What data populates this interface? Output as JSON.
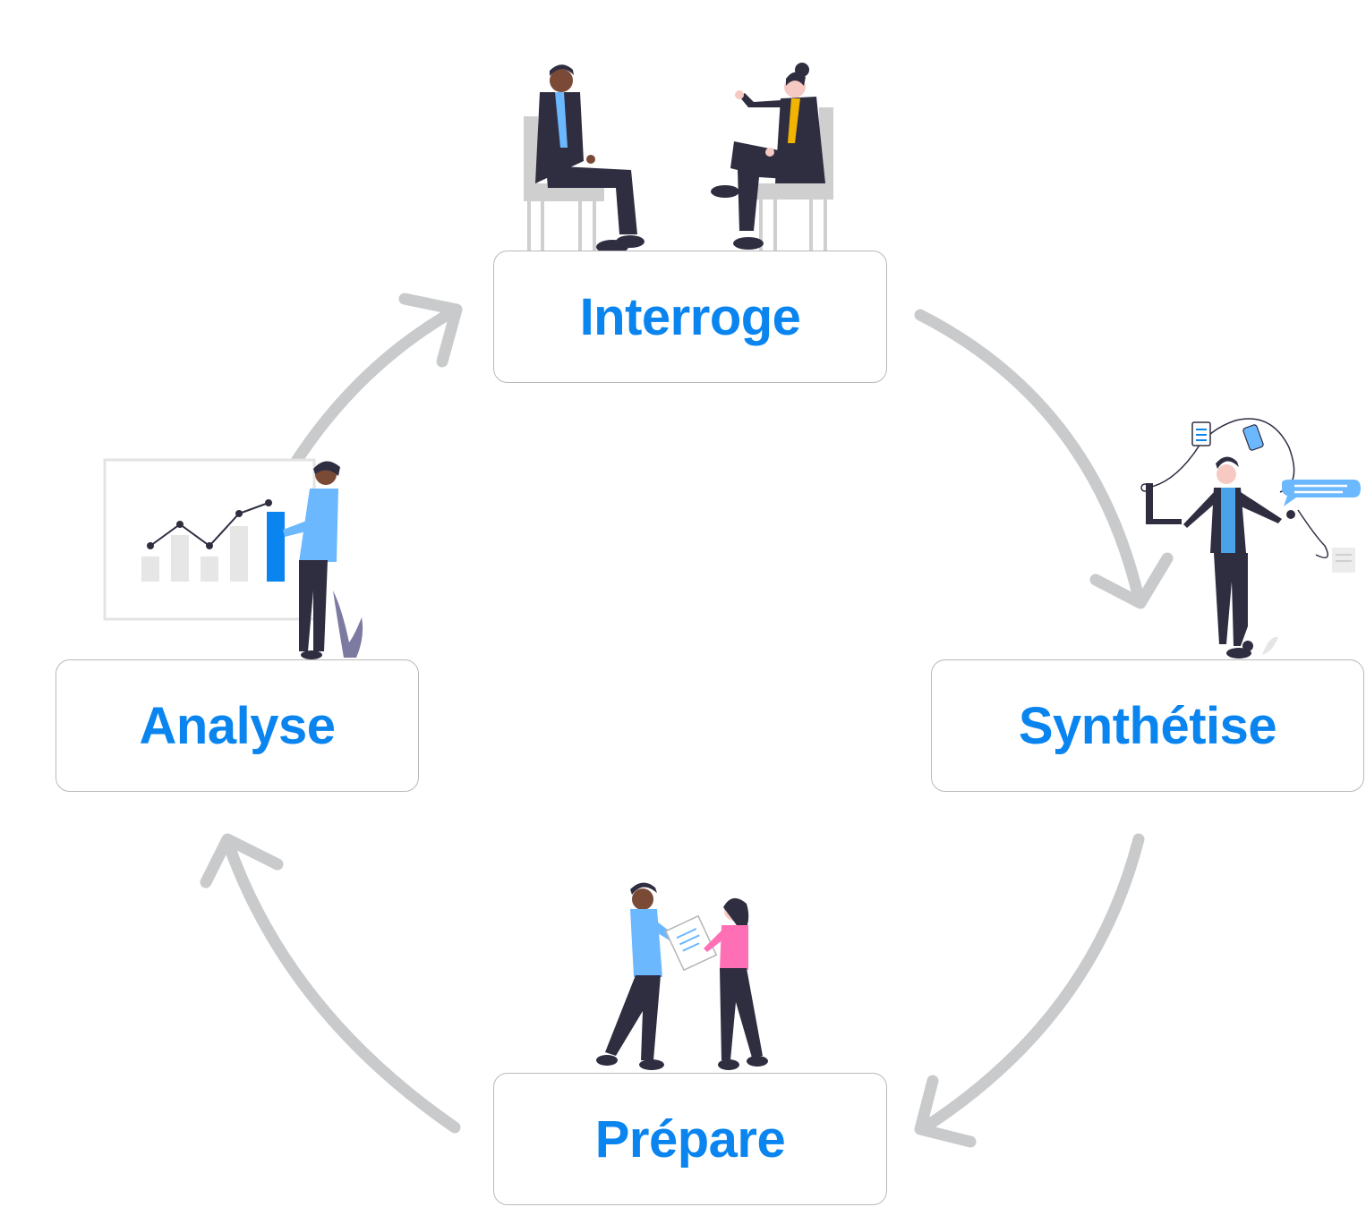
{
  "diagram": {
    "type": "cycle",
    "steps": [
      {
        "id": "interroge",
        "label": "Interroge",
        "illustration": "two-people-seated-conversation"
      },
      {
        "id": "synthetise",
        "label": "Synthétise",
        "illustration": "person-juggling-documents"
      },
      {
        "id": "prepare",
        "label": "Prépare",
        "illustration": "two-people-exchanging-document"
      },
      {
        "id": "analyse",
        "label": "Analyse",
        "illustration": "person-presenting-chart"
      }
    ],
    "arrows": [
      {
        "from": "interroge",
        "to": "synthetise"
      },
      {
        "from": "synthetise",
        "to": "prepare"
      },
      {
        "from": "prepare",
        "to": "analyse"
      },
      {
        "from": "analyse",
        "to": "interroge"
      }
    ]
  },
  "colors": {
    "accent": "#0a85f0",
    "arrow": "#c9cacb",
    "box_border": "#b9b9b9",
    "figure_dark": "#2f2e41",
    "light_blue": "#6cb8ff",
    "pink": "#ff6fb5",
    "mustard": "#f2b400"
  }
}
